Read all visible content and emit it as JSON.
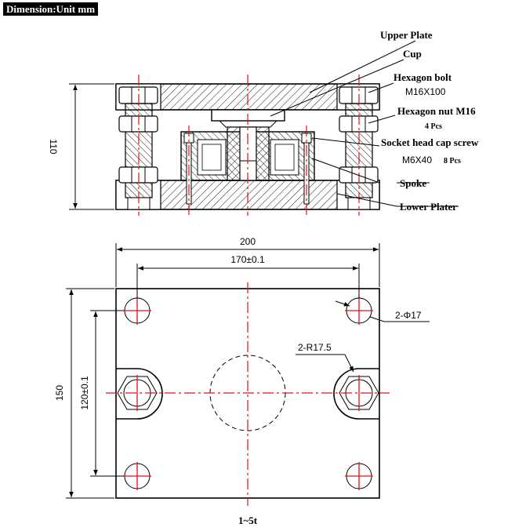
{
  "header": {
    "title": "Dimension:Unit mm"
  },
  "side_view": {
    "labels": {
      "upper_plate": "Upper Plate",
      "cup": "Cup",
      "hex_bolt": "Hexagon bolt",
      "hex_bolt_spec": "M16X100",
      "hex_nut": "Hexagon nut M16",
      "hex_nut_qty": "4 Pcs",
      "socket_screw": "Socket head cap screw",
      "socket_screw_spec": "M6X40",
      "socket_screw_qty": "8 Pcs",
      "spoke": "Spoke",
      "lower_plater": "Lower Plater"
    },
    "height_dim": "110"
  },
  "top_view": {
    "width_dim": "200",
    "hole_spacing_dim": "170±0.1",
    "height_dim": "150",
    "bolt_spacing_dim": "120±0.1",
    "hole_callout": "2-Φ17",
    "radius_callout": "2-R17.5"
  },
  "footer": {
    "capacity": "1~5t"
  },
  "colors": {
    "centerline": "#e0101a",
    "ink": "#000000",
    "badge_bg": "#000000"
  }
}
